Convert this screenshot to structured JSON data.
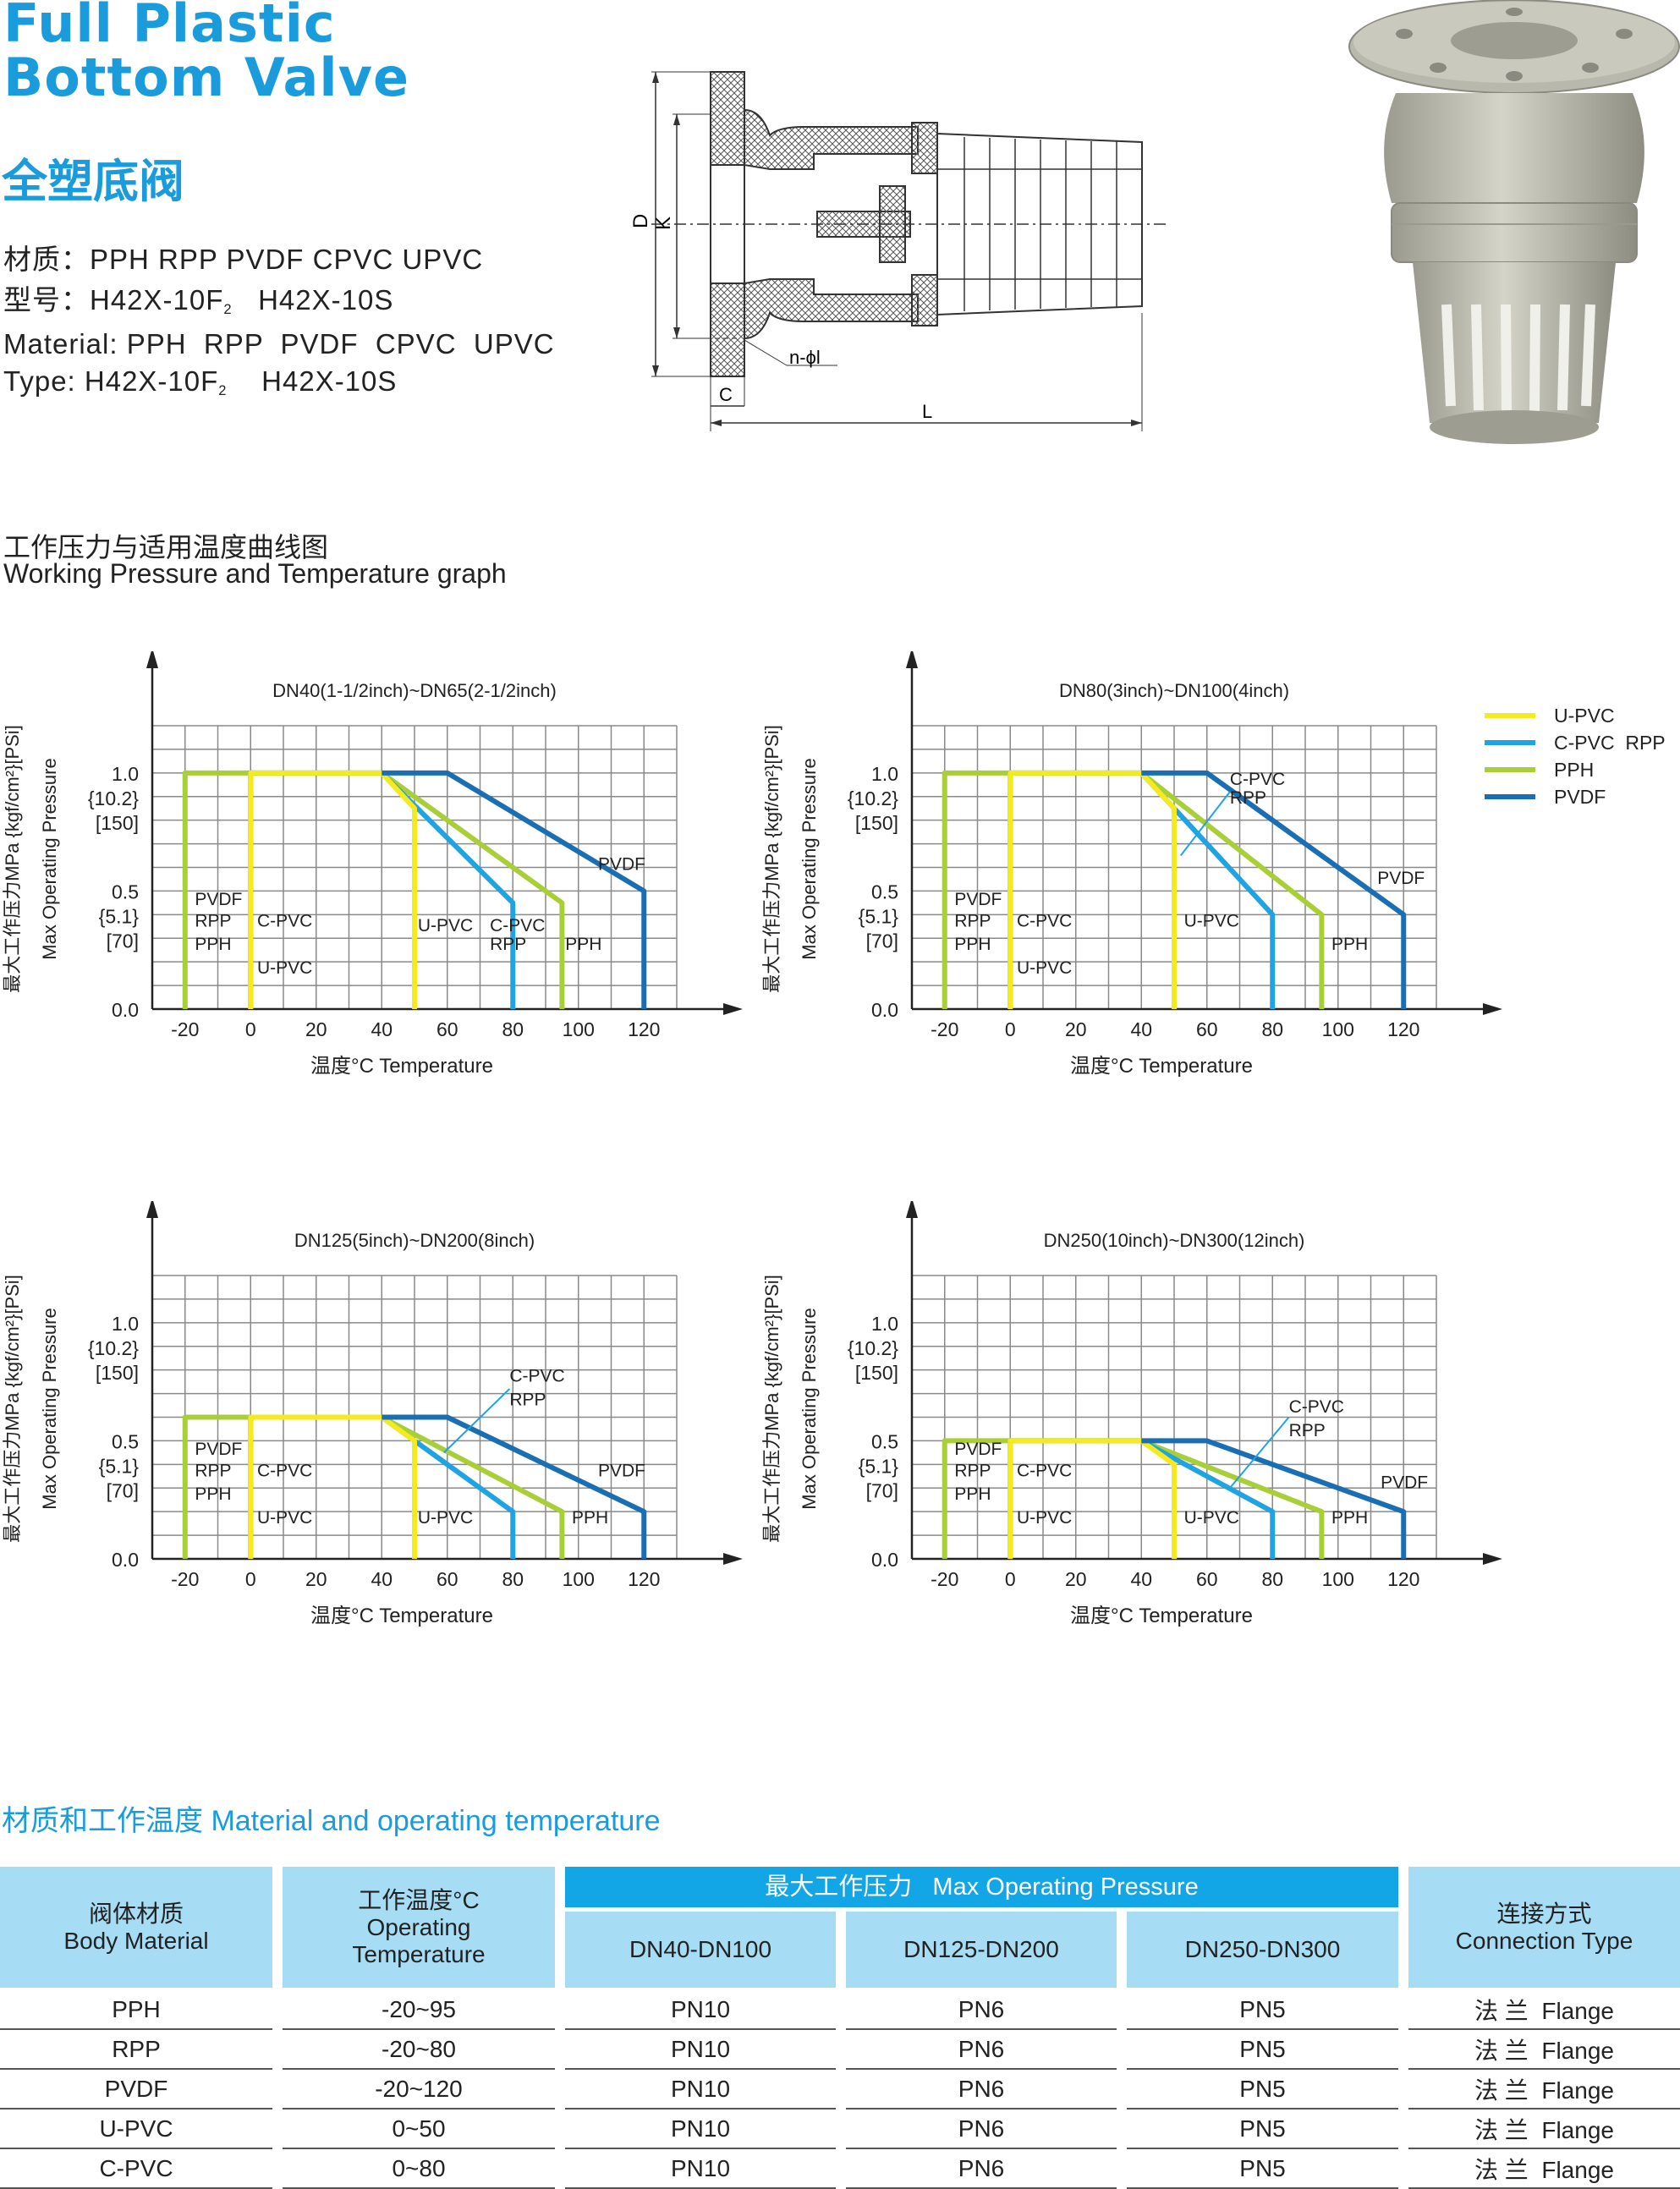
{
  "header": {
    "title_line1": "Full Plastic",
    "title_line2": "Bottom Valve",
    "title_cn": "全塑底阀"
  },
  "specs": {
    "material_cn": "材质：PPH RPP PVDF CPVC UPVC",
    "type_cn_prefix": "型号：H42X-10F",
    "type_cn_sub": "2",
    "type_cn_suffix": "   H42X-10S",
    "material_en": "Material: PPH  RPP  PVDF  CPVC  UPVC",
    "type_en_prefix": "Type: H42X-10F",
    "type_en_sub": "2",
    "type_en_suffix": "    H42X-10S"
  },
  "drawing": {
    "label_d": "D",
    "label_k": "K",
    "label_c": "C",
    "label_l": "L",
    "label_holes": "n-ϕl"
  },
  "graph_section": {
    "title_cn": "工作压力与适用温度曲线图",
    "title_en": "Working Pressure and Temperature graph"
  },
  "legend": [
    {
      "name": "U-PVC",
      "color": "#f4ea1d"
    },
    {
      "name": "C-PVC  RPP",
      "color": "#1fa3e3"
    },
    {
      "name": "PPH",
      "color": "#a8cf38"
    },
    {
      "name": "PVDF",
      "color": "#1a6fb4"
    }
  ],
  "chart_data": [
    {
      "type": "line",
      "title": "DN40(1-1/2inch)~DN65(2-1/2inch)",
      "xlabel": "温度°C  Temperature",
      "ylabel_cn": "最大工作压力MPa {kgf/cm²}[PSi]",
      "ylabel_en": "Max Operating Pressure",
      "x_ticks": [
        "-20",
        "0",
        "20",
        "40",
        "60",
        "80",
        "100",
        "120"
      ],
      "y_ticks": [
        {
          "value": 1.0,
          "labels": [
            "1.0",
            "{10.2}",
            "[150]"
          ]
        },
        {
          "value": 0.5,
          "labels": [
            "0.5",
            "{5.1}",
            "[70]"
          ]
        },
        {
          "value": 0.0,
          "labels": [
            "0.0"
          ]
        }
      ],
      "xlim": [
        -30,
        130
      ],
      "ylim": [
        0,
        1.2
      ],
      "series": [
        {
          "name": "PPH",
          "color": "#a8cf38",
          "points": [
            [
              -20,
              0
            ],
            [
              -20,
              1.0
            ],
            [
              40,
              1.0
            ],
            [
              95,
              0.45
            ],
            [
              95,
              0
            ]
          ]
        },
        {
          "name": "C-PVC RPP",
          "color": "#1fa3e3",
          "points": [
            [
              0,
              0
            ],
            [
              0,
              1.0
            ],
            [
              40,
              1.0
            ],
            [
              80,
              0.45
            ],
            [
              80,
              0
            ]
          ]
        },
        {
          "name": "U-PVC",
          "color": "#f4ea1d",
          "points": [
            [
              0,
              0
            ],
            [
              0,
              1.0
            ],
            [
              40,
              1.0
            ],
            [
              50,
              0.85
            ],
            [
              50,
              0
            ]
          ]
        },
        {
          "name": "PVDF",
          "color": "#1a6fb4",
          "points": [
            [
              40,
              1.0
            ],
            [
              60,
              1.0
            ],
            [
              120,
              0.5
            ],
            [
              120,
              0
            ]
          ]
        }
      ],
      "annotations": [
        {
          "text": "PVDF",
          "x": -17,
          "y": 0.44
        },
        {
          "text": "RPP",
          "x": -17,
          "y": 0.35
        },
        {
          "text": "PPH",
          "x": -17,
          "y": 0.25
        },
        {
          "text": "C-PVC",
          "x": 2,
          "y": 0.35
        },
        {
          "text": "U-PVC",
          "x": 2,
          "y": 0.15
        },
        {
          "text": "U-PVC",
          "x": 51,
          "y": 0.33
        },
        {
          "text": "C-PVC",
          "x": 73,
          "y": 0.33
        },
        {
          "text": "RPP",
          "x": 73,
          "y": 0.25
        },
        {
          "text": "PPH",
          "x": 96,
          "y": 0.25
        },
        {
          "text": "PVDF",
          "x": 106,
          "y": 0.59
        }
      ]
    },
    {
      "type": "line",
      "title": "DN80(3inch)~DN100(4inch)",
      "xlabel": "温度°C  Temperature",
      "ylabel_cn": "最大工作压力MPa {kgf/cm²}[PSi]",
      "ylabel_en": "Max Operating Pressure",
      "x_ticks": [
        "-20",
        "0",
        "20",
        "40",
        "60",
        "80",
        "100",
        "120"
      ],
      "y_ticks": [
        {
          "value": 1.0,
          "labels": [
            "1.0",
            "{10.2}",
            "[150]"
          ]
        },
        {
          "value": 0.5,
          "labels": [
            "0.5",
            "{5.1}",
            "[70]"
          ]
        },
        {
          "value": 0.0,
          "labels": [
            "0.0"
          ]
        }
      ],
      "xlim": [
        -30,
        130
      ],
      "ylim": [
        0,
        1.2
      ],
      "series": [
        {
          "name": "PPH",
          "color": "#a8cf38",
          "points": [
            [
              -20,
              0
            ],
            [
              -20,
              1.0
            ],
            [
              40,
              1.0
            ],
            [
              95,
              0.4
            ],
            [
              95,
              0
            ]
          ]
        },
        {
          "name": "C-PVC RPP",
          "color": "#1fa3e3",
          "points": [
            [
              0,
              0
            ],
            [
              0,
              1.0
            ],
            [
              40,
              1.0
            ],
            [
              80,
              0.4
            ],
            [
              80,
              0
            ]
          ]
        },
        {
          "name": "U-PVC",
          "color": "#f4ea1d",
          "points": [
            [
              0,
              0
            ],
            [
              0,
              1.0
            ],
            [
              40,
              1.0
            ],
            [
              50,
              0.85
            ],
            [
              50,
              0
            ]
          ]
        },
        {
          "name": "PVDF",
          "color": "#1a6fb4",
          "points": [
            [
              40,
              1.0
            ],
            [
              60,
              1.0
            ],
            [
              120,
              0.4
            ],
            [
              120,
              0
            ]
          ]
        }
      ],
      "annotations": [
        {
          "text": "PVDF",
          "x": -17,
          "y": 0.44
        },
        {
          "text": "RPP",
          "x": -17,
          "y": 0.35
        },
        {
          "text": "PPH",
          "x": -17,
          "y": 0.25
        },
        {
          "text": "C-PVC",
          "x": 2,
          "y": 0.35
        },
        {
          "text": "U-PVC",
          "x": 2,
          "y": 0.15
        },
        {
          "text": "U-PVC",
          "x": 53,
          "y": 0.35
        },
        {
          "text": "PPH",
          "x": 98,
          "y": 0.25
        },
        {
          "text": "PVDF",
          "x": 112,
          "y": 0.53
        },
        {
          "text": "C-PVC",
          "x": 67,
          "y": 0.95
        },
        {
          "text": "RPP",
          "x": 67,
          "y": 0.87
        }
      ],
      "leader": [
        [
          67,
          0.92
        ],
        [
          52,
          0.65
        ]
      ]
    },
    {
      "type": "line",
      "title": "DN125(5inch)~DN200(8inch)",
      "xlabel": "温度°C  Temperature",
      "ylabel_cn": "最大工作压力MPa {kgf/cm²}[PSi]",
      "ylabel_en": "Max Operating Pressure",
      "x_ticks": [
        "-20",
        "0",
        "20",
        "40",
        "60",
        "80",
        "100",
        "120"
      ],
      "y_ticks": [
        {
          "value": 1.0,
          "labels": [
            "1.0",
            "{10.2}",
            "[150]"
          ]
        },
        {
          "value": 0.5,
          "labels": [
            "0.5",
            "{5.1}",
            "[70]"
          ]
        },
        {
          "value": 0.0,
          "labels": [
            "0.0"
          ]
        }
      ],
      "xlim": [
        -30,
        130
      ],
      "ylim": [
        0,
        1.2
      ],
      "series": [
        {
          "name": "PPH",
          "color": "#a8cf38",
          "points": [
            [
              -20,
              0
            ],
            [
              -20,
              0.6
            ],
            [
              40,
              0.6
            ],
            [
              95,
              0.2
            ],
            [
              95,
              0
            ]
          ]
        },
        {
          "name": "C-PVC RPP",
          "color": "#1fa3e3",
          "points": [
            [
              0,
              0
            ],
            [
              0,
              0.6
            ],
            [
              40,
              0.6
            ],
            [
              80,
              0.2
            ],
            [
              80,
              0
            ]
          ]
        },
        {
          "name": "U-PVC",
          "color": "#f4ea1d",
          "points": [
            [
              0,
              0
            ],
            [
              0,
              0.6
            ],
            [
              40,
              0.6
            ],
            [
              50,
              0.5
            ],
            [
              50,
              0
            ]
          ]
        },
        {
          "name": "PVDF",
          "color": "#1a6fb4",
          "points": [
            [
              40,
              0.6
            ],
            [
              60,
              0.6
            ],
            [
              120,
              0.2
            ],
            [
              120,
              0
            ]
          ]
        }
      ],
      "annotations": [
        {
          "text": "PVDF",
          "x": -17,
          "y": 0.44
        },
        {
          "text": "RPP",
          "x": -17,
          "y": 0.35
        },
        {
          "text": "PPH",
          "x": -17,
          "y": 0.25
        },
        {
          "text": "C-PVC",
          "x": 2,
          "y": 0.35
        },
        {
          "text": "U-PVC",
          "x": 2,
          "y": 0.15
        },
        {
          "text": "U-PVC",
          "x": 51,
          "y": 0.15
        },
        {
          "text": "PPH",
          "x": 98,
          "y": 0.15
        },
        {
          "text": "PVDF",
          "x": 106,
          "y": 0.35
        },
        {
          "text": "C-PVC",
          "x": 79,
          "y": 0.75
        },
        {
          "text": "RPP",
          "x": 79,
          "y": 0.65
        }
      ],
      "leader": [
        [
          79,
          0.72
        ],
        [
          59,
          0.45
        ]
      ]
    },
    {
      "type": "line",
      "title": "DN250(10inch)~DN300(12inch)",
      "xlabel": "温度°C  Temperature",
      "ylabel_cn": "最大工作压力MPa {kgf/cm²}[PSi]",
      "ylabel_en": "Max Operating Pressure",
      "x_ticks": [
        "-20",
        "0",
        "20",
        "40",
        "60",
        "80",
        "100",
        "120"
      ],
      "y_ticks": [
        {
          "value": 1.0,
          "labels": [
            "1.0",
            "{10.2}",
            "[150]"
          ]
        },
        {
          "value": 0.5,
          "labels": [
            "0.5",
            "{5.1}",
            "[70]"
          ]
        },
        {
          "value": 0.0,
          "labels": [
            "0.0"
          ]
        }
      ],
      "xlim": [
        -30,
        130
      ],
      "ylim": [
        0,
        1.2
      ],
      "series": [
        {
          "name": "PPH",
          "color": "#a8cf38",
          "points": [
            [
              -20,
              0
            ],
            [
              -20,
              0.5
            ],
            [
              40,
              0.5
            ],
            [
              95,
              0.2
            ],
            [
              95,
              0
            ]
          ]
        },
        {
          "name": "C-PVC RPP",
          "color": "#1fa3e3",
          "points": [
            [
              0,
              0
            ],
            [
              0,
              0.5
            ],
            [
              40,
              0.5
            ],
            [
              80,
              0.2
            ],
            [
              80,
              0
            ]
          ]
        },
        {
          "name": "U-PVC",
          "color": "#f4ea1d",
          "points": [
            [
              0,
              0
            ],
            [
              0,
              0.5
            ],
            [
              40,
              0.5
            ],
            [
              50,
              0.4
            ],
            [
              50,
              0
            ]
          ]
        },
        {
          "name": "PVDF",
          "color": "#1a6fb4",
          "points": [
            [
              40,
              0.5
            ],
            [
              60,
              0.5
            ],
            [
              120,
              0.2
            ],
            [
              120,
              0
            ]
          ]
        }
      ],
      "annotations": [
        {
          "text": "PVDF",
          "x": -17,
          "y": 0.44
        },
        {
          "text": "RPP",
          "x": -17,
          "y": 0.35
        },
        {
          "text": "PPH",
          "x": -17,
          "y": 0.25
        },
        {
          "text": "C-PVC",
          "x": 2,
          "y": 0.35
        },
        {
          "text": "U-PVC",
          "x": 2,
          "y": 0.15
        },
        {
          "text": "U-PVC",
          "x": 53,
          "y": 0.15
        },
        {
          "text": "PPH",
          "x": 98,
          "y": 0.15
        },
        {
          "text": "PVDF",
          "x": 113,
          "y": 0.3
        },
        {
          "text": "C-PVC",
          "x": 85,
          "y": 0.62
        },
        {
          "text": "RPP",
          "x": 85,
          "y": 0.52
        }
      ],
      "leader": [
        [
          85,
          0.6
        ],
        [
          67,
          0.3
        ]
      ]
    }
  ],
  "table_section": {
    "title": "材质和工作温度  Material and operating temperature"
  },
  "table": {
    "headers": {
      "body_material_cn": "阀体材质",
      "body_material_en": "Body Material",
      "temp_cn": "工作温度°C",
      "temp_en1": "Operating",
      "temp_en2": "Temperature",
      "pressure": "最大工作压力   Max Operating Pressure",
      "dn1": "DN40-DN100",
      "dn2": "DN125-DN200",
      "dn3": "DN250-DN300",
      "conn_cn": "连接方式",
      "conn_en": "Connection Type"
    },
    "rows": [
      [
        "PPH",
        "-20~95",
        "PN10",
        "PN6",
        "PN5",
        "法 兰  Flange"
      ],
      [
        "RPP",
        "-20~80",
        "PN10",
        "PN6",
        "PN5",
        "法 兰  Flange"
      ],
      [
        "PVDF",
        "-20~120",
        "PN10",
        "PN6",
        "PN5",
        "法 兰  Flange"
      ],
      [
        "U-PVC",
        "0~50",
        "PN10",
        "PN6",
        "PN5",
        "法 兰  Flange"
      ],
      [
        "C-PVC",
        "0~80",
        "PN10",
        "PN6",
        "PN5",
        "法 兰  Flange"
      ]
    ]
  }
}
